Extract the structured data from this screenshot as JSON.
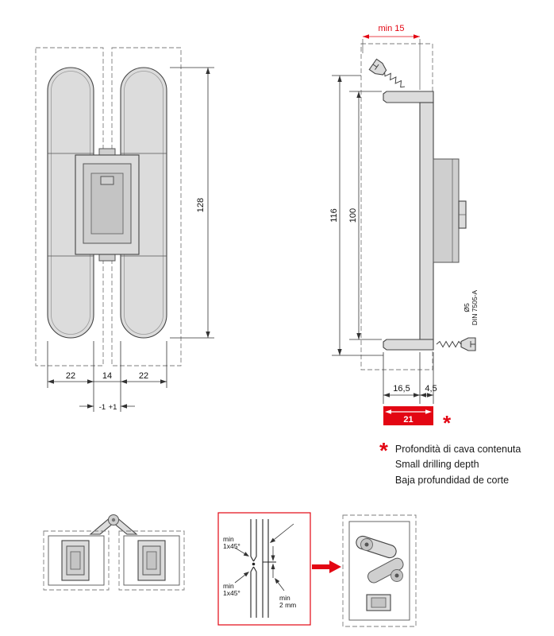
{
  "colors": {
    "accent_red": "#e30613",
    "line": "#3a3a3a",
    "part_fill": "#dcdcdc"
  },
  "front_view": {
    "height": "128",
    "wing_left_width": "22",
    "center_width": "14",
    "wing_right_width": "22",
    "tolerance_minus": "-1",
    "tolerance_plus": "+1"
  },
  "side_view": {
    "min_depth_top": "min 15",
    "overall_height": "116",
    "screw_spacing": "100",
    "screw_diameter": "Ø5",
    "screw_standard": "DIN 7505-A",
    "cup_depth": "16,5",
    "plate_depth": "4,5",
    "total_depth": "21",
    "asterisk": "*"
  },
  "footnote": {
    "asterisk": "*",
    "line_it": "Profondità di cava contenuta",
    "line_en": "Small drilling depth",
    "line_es": "Baja profundidad de corte"
  },
  "detail_view": {
    "chamfer_top_min": "min",
    "chamfer_top_value": "1x45°",
    "chamfer_bottom_min": "min",
    "chamfer_bottom_value": "1x45°",
    "gap_min": "min",
    "gap_value": "2 mm"
  }
}
